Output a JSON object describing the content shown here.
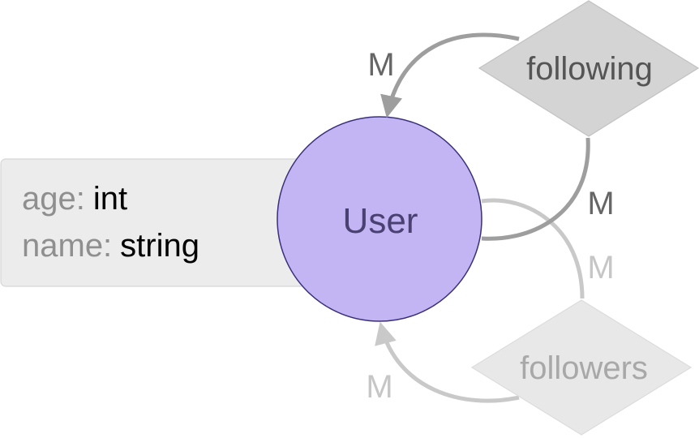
{
  "entity": {
    "name": "User",
    "fill_color": "#c3b5f3",
    "stroke_color": "#3a2f7a",
    "text_color": "#4a4172"
  },
  "attributes_box": {
    "fill_color": "#ececec",
    "items": [
      {
        "key": "age:",
        "type": "int"
      },
      {
        "key": "name:",
        "type": "string"
      }
    ]
  },
  "relationships": [
    {
      "name": "following",
      "fill_color": "#d4d4d4",
      "text_color": "#555555",
      "line_color": "#9e9e9e",
      "cardinality_in": "M",
      "cardinality_out": "M"
    },
    {
      "name": "followers",
      "fill_color": "#e8e8e8",
      "text_color": "#a8a8a8",
      "line_color": "#c9c9c9",
      "cardinality_in": "M",
      "cardinality_out": "M"
    }
  ]
}
